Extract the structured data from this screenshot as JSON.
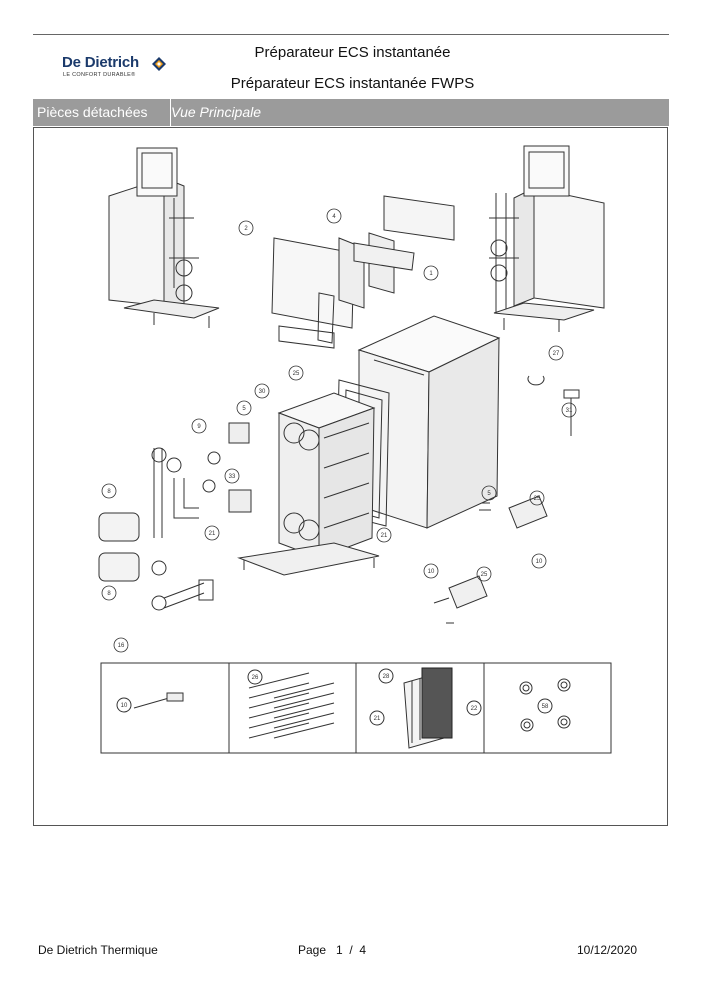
{
  "header": {
    "brand": "De Dietrich",
    "tagline": "LE CONFORT DURABLE®",
    "title": "Préparateur ECS instantanée",
    "subtitle": "Préparateur ECS instantanée FWPS"
  },
  "section_bar": {
    "label": "Pièces détachées",
    "view": "Vue Principale"
  },
  "callouts": {
    "c1": "1",
    "c2": "2",
    "c3": "3",
    "c4": "4",
    "c5": "5",
    "c8a": "8",
    "c8b": "8",
    "c9": "9",
    "c10a": "10",
    "c10b": "10",
    "c10c": "10",
    "c16": "16",
    "c21a": "21",
    "c21b": "21",
    "c21c": "21",
    "c22": "22",
    "c25a": "25",
    "c25b": "25",
    "c25c": "25",
    "c26": "26",
    "c27": "27",
    "c28": "28",
    "c30": "30",
    "c31": "31",
    "c33": "33",
    "c58": "58"
  },
  "footer": {
    "company": "De Dietrich Thermique",
    "page": "Page   1  /  4",
    "date": "10/12/2020"
  },
  "colors": {
    "bar": "#9b9b9b",
    "brand_blue": "#1b3a6b",
    "line": "#333333"
  }
}
